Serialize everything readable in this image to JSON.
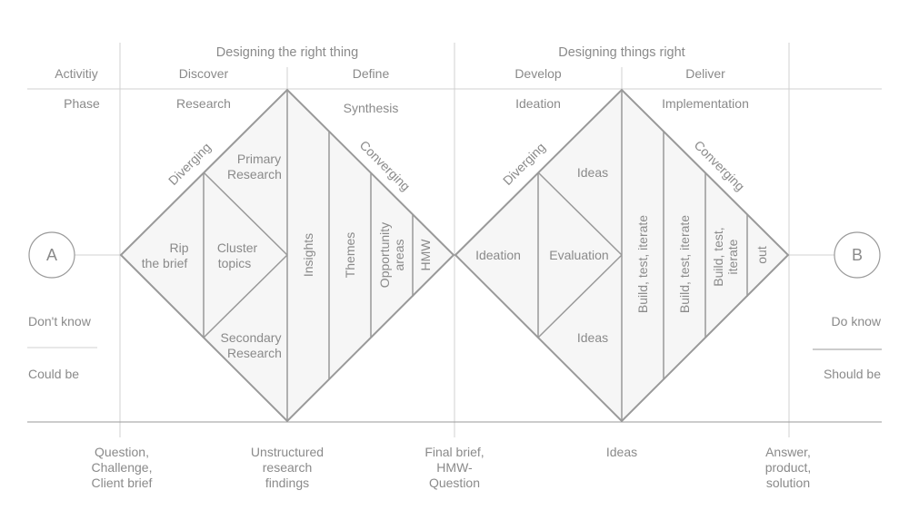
{
  "headers": {
    "left_group": "Designing the right thing",
    "right_group": "Designing things right"
  },
  "row_labels": {
    "activity": "Activitiy",
    "phase": "Phase"
  },
  "activities": [
    "Discover",
    "Define",
    "Develop",
    "Deliver"
  ],
  "phases": [
    "Research",
    "Synthesis",
    "Ideation",
    "Implementation"
  ],
  "diamond1": {
    "diverging": "Diverging",
    "converging": "Converging",
    "rip": [
      "Rip",
      "the brief"
    ],
    "cluster": [
      "Cluster",
      "topics"
    ],
    "primary": [
      "Primary",
      "Research"
    ],
    "secondary": [
      "Secondary",
      "Research"
    ],
    "insights": "Insights",
    "themes": "Themes",
    "opportunity": [
      "Opportunity",
      "areas"
    ],
    "hmw": "HMW"
  },
  "diamond2": {
    "diverging": "Diverging",
    "converging": "Converging",
    "ideation": "Ideation",
    "evaluation": "Evaluation",
    "ideas_top": "Ideas",
    "ideas_bottom": "Ideas",
    "build1": "Build, test, iterate",
    "build2": "Build, test, iterate",
    "build3": [
      "Build, test,",
      "iterate"
    ],
    "out": "out"
  },
  "endpoints": {
    "a_label": "A",
    "b_label": "B",
    "dont_know": "Don't know",
    "could_be": "Could be",
    "do_know": "Do know",
    "should_be": "Should be"
  },
  "milestones": [
    [
      "Question,",
      "Challenge,",
      "Client brief"
    ],
    [
      "Unstructured",
      "research",
      "findings"
    ],
    [
      "Final brief,",
      "HMW-",
      "Question"
    ],
    [
      "Ideas"
    ],
    [
      "Answer,",
      "product,",
      "solution"
    ]
  ]
}
